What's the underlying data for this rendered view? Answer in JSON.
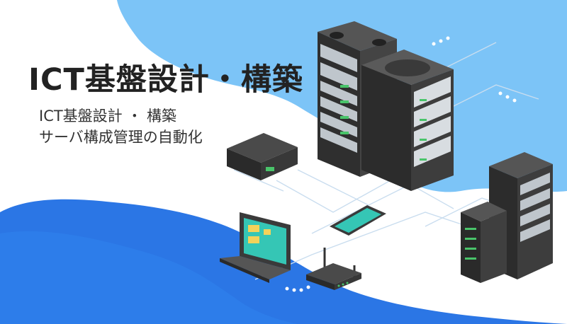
{
  "hero": {
    "title": "ICT基盤設計・構築",
    "subtitle_line1": "ICT基盤設計 ・ 構築",
    "subtitle_line2": "サーバ構成管理の自動化"
  },
  "illustration": {
    "items": [
      "server-rack-icon",
      "server-cabinet-icon",
      "small-server-icon",
      "desktop-box-icon",
      "laptop-icon",
      "tablet-icon",
      "router-icon"
    ]
  },
  "colors": {
    "light_blue": "#7cc4f7",
    "deep_blue": "#2b76e5",
    "server_dark": "#3a3a3a",
    "led_green": "#49c46a",
    "screen_teal": "#35c6b5"
  }
}
